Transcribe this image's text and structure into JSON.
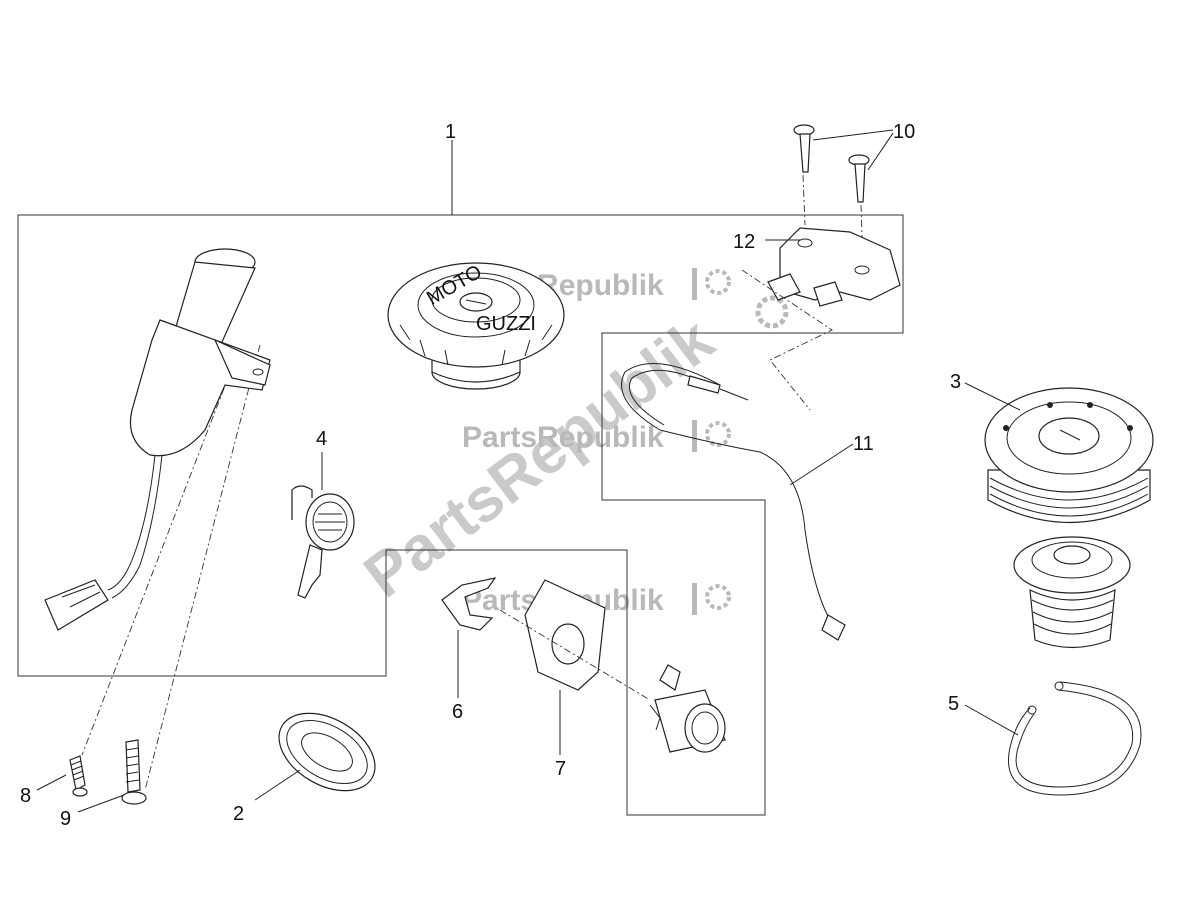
{
  "callouts": {
    "c1": "1",
    "c2": "2",
    "c3": "3",
    "c4": "4",
    "c5": "5",
    "c6": "6",
    "c7": "7",
    "c8": "8",
    "c9": "9",
    "c10": "10",
    "c11": "11",
    "c12": "12"
  },
  "watermark": {
    "brand": "PartsRepublik",
    "diagonal": "PartsRepublik",
    "color": "#b9b9b9"
  },
  "parts": {
    "fuel_cap_logo_top": "MOTO",
    "fuel_cap_logo_bottom": "GUZZI"
  },
  "icons": [
    "flag-gear-icon"
  ]
}
